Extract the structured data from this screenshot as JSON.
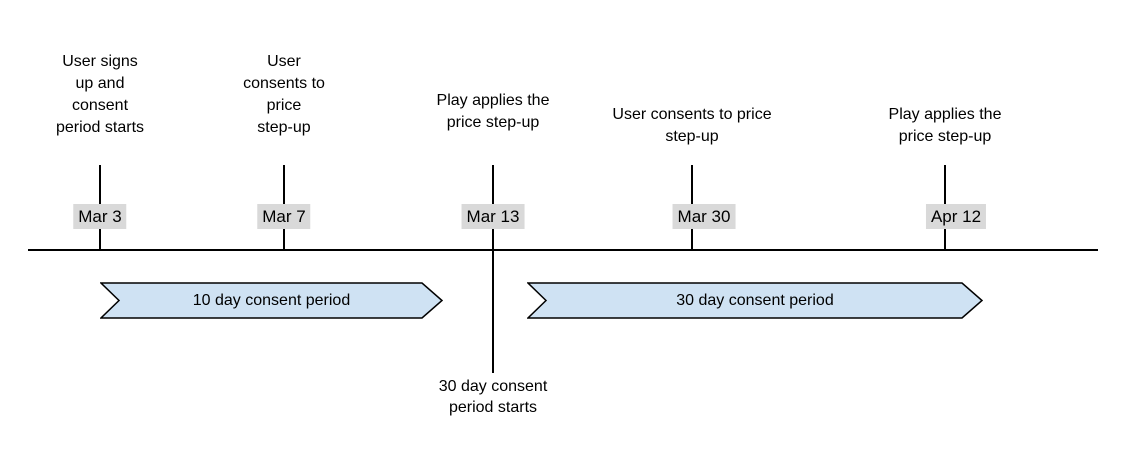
{
  "diagram": {
    "events": [
      {
        "date": "Mar 3",
        "label_lines": [
          "User signs",
          "up and",
          "consent",
          "period starts"
        ]
      },
      {
        "date": "Mar 7",
        "label_lines": [
          "User",
          "consents to",
          "price",
          "step-up"
        ]
      },
      {
        "date": "Mar 13",
        "label_lines": [
          "Play applies the",
          "price step-up"
        ],
        "below_lines": [
          "30 day consent",
          "period starts"
        ]
      },
      {
        "date": "Mar 30",
        "label_lines": [
          "User consents to price",
          "step-up"
        ]
      },
      {
        "date": "Apr 12",
        "label_lines": [
          "Play applies the",
          "price step-up"
        ]
      }
    ],
    "banners": [
      {
        "label": "10 day consent period"
      },
      {
        "label": "30 day consent period"
      }
    ],
    "colors": {
      "banner_fill": "#cfe2f3",
      "banner_border": "#000000",
      "date_highlight": "#d9d9d9",
      "line": "#000000",
      "text": "#000000",
      "background": "#ffffff"
    }
  }
}
